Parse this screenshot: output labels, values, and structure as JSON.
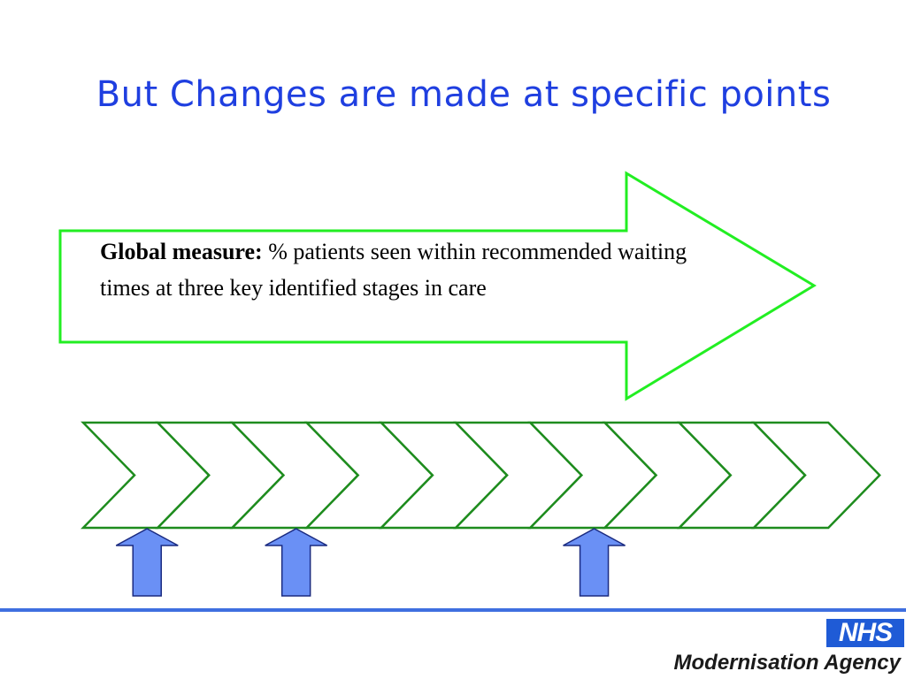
{
  "slide": {
    "title": "But Changes are made at specific points"
  },
  "measure": {
    "bold_label": "Global measure:",
    "text": " % patients seen within recommended waiting times at three key identified stages in care"
  },
  "process": {
    "chevron_count": 10,
    "change_points": [
      1,
      3,
      7
    ]
  },
  "colors": {
    "title": "#1f3fe0",
    "big_arrow_stroke": "#22ee22",
    "chevron_stroke": "#1e8c1e",
    "up_arrow_fill": "#6a90f5",
    "up_arrow_stroke": "#1a2a80",
    "footer_rule": "#3f6fe0",
    "logo_bg": "#1f5bd6"
  },
  "footer": {
    "logo_text": "NHS",
    "agency_text": "Modernisation Agency"
  }
}
